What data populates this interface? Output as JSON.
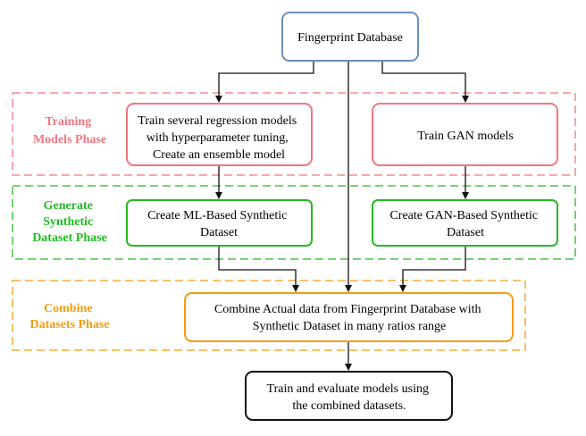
{
  "colors": {
    "database": "#6c8ebf",
    "training": "#f2757f",
    "synthetic": "#22bb22",
    "combine": "#f39c12",
    "final": "#111111",
    "arrow": "#111111"
  },
  "phases": {
    "training": [
      "Training",
      "Models Phase"
    ],
    "synthetic": [
      "Generate",
      "Synthetic",
      "Dataset Phase"
    ],
    "combine": [
      "Combine",
      "Datasets Phase"
    ]
  },
  "nodes": {
    "database": [
      "Fingerprint Database"
    ],
    "regression": [
      "Train several regression models",
      "with hyperparameter tuning,",
      "Create an ensemble model"
    ],
    "gan_train": [
      "Train GAN models"
    ],
    "ml_synthetic": [
      "Create ML-Based Synthetic",
      "Dataset"
    ],
    "gan_synthetic": [
      "Create GAN-Based Synthetic",
      "Dataset"
    ],
    "combine": [
      "Combine Actual data from Fingerprint Database with",
      "Synthetic Dataset in many ratios range"
    ],
    "final": [
      "Train and evaluate models using",
      "the combined datasets."
    ]
  }
}
